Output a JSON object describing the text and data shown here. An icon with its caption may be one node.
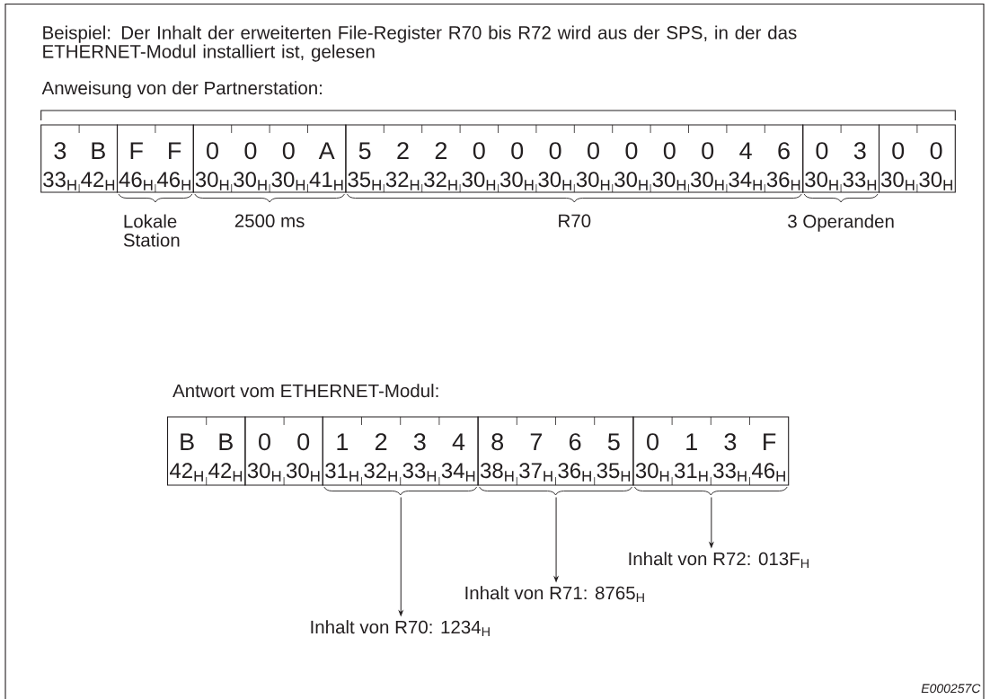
{
  "diagram": {
    "title": "Beispiel: Der Inhalt der erweiterten File-Register R70 bis R72 wird aus der SPS, in der das ETHERNET-Modul installiert ist, gelesen",
    "nodes": [
      {
        "text": [],
        "shape": "box"
      },
      {
        "text": [
          "3",
          "33$_{H}$"
        ],
        "in": 0
      },
      {
        "text": [
          "B",
          "42$_{H}$"
        ],
        "in": 0
      },
      {
        "text": [],
        "shape": "box",
        "beside": [
          "Lokale Station"
        ]
      },
      {
        "text": [
          "F",
          "46$_{H}$"
        ],
        "in": 3
      },
      {
        "text": [
          "F",
          "46$_{H}$"
        ],
        "in": 3
      },
      {
        "text": [],
        "shape": "box",
        "beside": [
          "2500 ms"
        ]
      },
      {
        "text": [
          "0",
          "30$_{H}$"
        ],
        "in": 6
      },
      {
        "text": [
          "0",
          "30$_{H}$"
        ],
        "in": 6
      },
      {
        "text": [
          "0",
          "30$_{H}$"
        ],
        "in": 6
      },
      {
        "text": [
          "A",
          "41$_{H}$"
        ],
        "in": 6
      },
      {
        "text": [],
        "shape": "box",
        "beside": [
          "R70"
        ]
      },
      {
        "text": [
          "5",
          "35$_{H}$"
        ],
        "in": 11
      },
      {
        "text": [
          "2",
          "32$_{H}$"
        ],
        "in": 11
      },
      {
        "text": [
          "2",
          "32$_{H}$"
        ],
        "in": 11
      },
      {
        "text": [
          "0",
          "30$_{H}$"
        ],
        "in": 11
      },
      {
        "text": [
          "0",
          "30$_{H}$"
        ],
        "in": 11
      },
      {
        "text": [
          "0",
          "30$_{H}$"
        ],
        "in": 11
      },
      {
        "text": [
          "0",
          "30$_{H}$"
        ],
        "in": 11
      },
      {
        "text": [
          "0",
          "30$_{H}$"
        ],
        "in": 11
      },
      {
        "text": [
          "0",
          "30$_{H}$"
        ],
        "in": 11
      },
      {
        "text": [
          "0",
          "30$_{H}$"
        ],
        "in": 11
      },
      {
        "text": [
          "4",
          "34$_{H}$"
        ],
        "in": 11
      },
      {
        "text": [
          "6",
          "36$_{H}$"
        ],
        "in": 11
      },
      {
        "text": [],
        "shape": "box",
        "beside": [
          "3 Operanden"
        ]
      },
      {
        "text": [
          "0",
          "30$_{H}$"
        ],
        "in": 24
      },
      {
        "text": [
          "3",
          "33$_{H}$"
        ],
        "in": 24
      },
      {
        "text": [],
        "shape": "box"
      },
      {
        "text": [
          "0",
          "30$_{H}$"
        ],
        "in": 27
      },
      {
        "text": [
          "0",
          "30$_{H}$"
        ],
        "in": 27
      },
      {
        "text": [],
        "shape": "box"
      },
      {
        "text": [
          "B",
          "42$_{H}$"
        ],
        "in": 30
      },
      {
        "text": [
          "B",
          "42$_{H}$"
        ],
        "in": 30
      },
      {
        "text": [],
        "shape": "box"
      },
      {
        "text": [
          "0",
          "30$_{H}$"
        ],
        "in": 33
      },
      {
        "text": [
          "0",
          "30$_{H}$"
        ],
        "in": 33
      },
      {
        "text": [],
        "shape": "box"
      },
      {
        "text": [
          "1",
          "31$_{H}$"
        ],
        "in": 36
      },
      {
        "text": [
          "2",
          "32$_{H}$"
        ],
        "in": 36
      },
      {
        "text": [
          "3",
          "33$_{H}$"
        ],
        "in": 36
      },
      {
        "text": [
          "4",
          "34$_{H}$"
        ],
        "in": 36
      },
      {
        "text": [],
        "shape": "box"
      },
      {
        "text": [
          "8",
          "38$_{H}$"
        ],
        "in": 41
      },
      {
        "text": [
          "7",
          "37$_{H}$"
        ],
        "in": 41
      },
      {
        "text": [
          "6",
          "36$_{H}$"
        ],
        "in": 41
      },
      {
        "text": [
          "5",
          "35$_{H}$"
        ],
        "in": 41
      },
      {
        "text": [],
        "shape": "box"
      },
      {
        "text": [
          "0",
          "30$_{H}$"
        ],
        "in": 46
      },
      {
        "text": [
          "1",
          "31$_{H}$"
        ],
        "in": 46
      },
      {
        "text": [
          "3",
          "33$_{H}$"
        ],
        "in": 46
      },
      {
        "text": [
          "F",
          "46$_{H}$"
        ],
        "in": 46
      },
      {
        "text": [
          "Inhalt von R72: 013F$_{H}$"
        ]
      },
      {
        "text": [
          "Inhalt von R71: 8765$_{H}$"
        ]
      },
      {
        "text": [
          "Inhalt von R70: 1234$_{H}$"
        ]
      }
    ],
    "edges": [
      {
        "from": 46,
        "to": 51,
        "arrow": "to"
      },
      {
        "from": 41,
        "to": 52,
        "arrow": "to"
      },
      {
        "from": 36,
        "to": 53,
        "arrow": "to"
      }
    ],
    "labels": [
      "Anweisung von der Partnerstation:",
      "Antwort vom ETHERNET-Modul:",
      "E000257C"
    ]
  }
}
